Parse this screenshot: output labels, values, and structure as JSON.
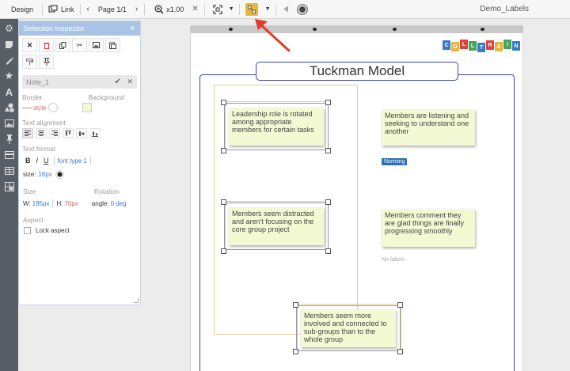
{
  "toolbar": {
    "design_label": "Design",
    "link_label": "Link",
    "page_label": "Page 1/1",
    "zoom_label": "x1.00",
    "doc_title": "Demo_Labels"
  },
  "panel": {
    "title": "Selection Inspector",
    "note_id": "Note_1",
    "border_label": "Border",
    "background_label": "Background",
    "style_label": "style",
    "text_alignment_label": "Text alignment",
    "text_format_label": "Text format",
    "font_type": "font type 1",
    "size_label": "size:",
    "size_value": "16px",
    "size_section_label": "Size",
    "rotation_label": "Rotation",
    "width_label": "W:",
    "width_value": "185px",
    "height_label": "H:",
    "height_value": "70px",
    "angle_label": "angle:",
    "angle_value": "0 deg",
    "aspect_label": "Aspect",
    "lock_aspect_label": "Lock aspect"
  },
  "canvas": {
    "title": "Tuckman Model",
    "logo_letters": [
      "C",
      "O",
      "L",
      "L",
      "T",
      "R",
      "A",
      "I",
      "N"
    ],
    "norming_label": "Norming",
    "no_labels_text": "No labels",
    "notes": [
      "Leadership role is rotated among appropriate members for certain tasks",
      "Members are listening and seeking to understand one another",
      "Members seem distracted and aren't focusing on the core group project",
      "Members comment they are glad things are finally progressing smoothly",
      "Members seem more involved and connected to sub-groups than to the whole group"
    ]
  },
  "colors": {
    "accent_highlight": "#e6b83a",
    "panel_header": "#a8c3e6",
    "rail": "#575e66",
    "frame_border": "#3b44a8",
    "sticky": "#f3f9d3",
    "tag": "#2d6fb5",
    "arrow": "#e23b2e"
  }
}
